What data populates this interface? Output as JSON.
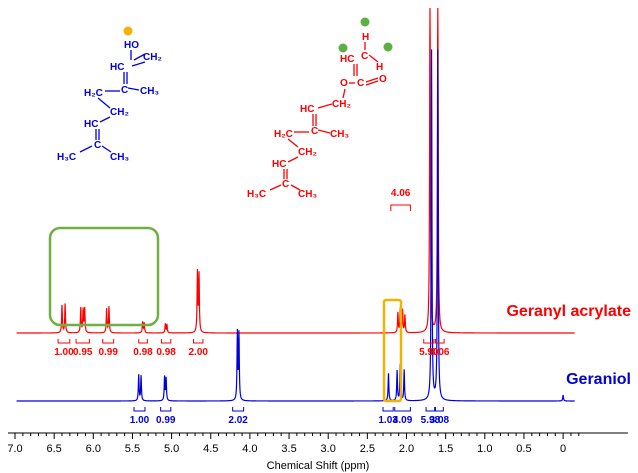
{
  "chart_data": {
    "type": "line",
    "xlabel": "Chemical Shift (ppm)",
    "xlim": [
      7.0,
      -0.2
    ],
    "x_reversed": true,
    "ticks": [
      7.0,
      6.5,
      6.0,
      5.5,
      5.0,
      4.5,
      4.0,
      3.5,
      3.0,
      2.5,
      2.0,
      1.5,
      1.0,
      0.5,
      0
    ],
    "tick_labels": [
      "7.0",
      "6.5",
      "6.0",
      "5.5",
      "5.0",
      "4.5",
      "4.0",
      "3.5",
      "3.0",
      "2.5",
      "2.0",
      "1.5",
      "1.0",
      "0.5",
      "0"
    ],
    "grid": false,
    "series": [
      {
        "name": "Geranyl acrylate",
        "color": "#ff0000",
        "peaks": [
          {
            "ppm": 6.4,
            "h": 0.55
          },
          {
            "ppm": 6.36,
            "h": 0.58
          },
          {
            "ppm": 6.16,
            "h": 0.5
          },
          {
            "ppm": 6.13,
            "h": 0.46
          },
          {
            "ppm": 6.11,
            "h": 0.48
          },
          {
            "ppm": 5.83,
            "h": 0.48
          },
          {
            "ppm": 5.8,
            "h": 0.52
          },
          {
            "ppm": 5.37,
            "h": 0.22
          },
          {
            "ppm": 5.35,
            "h": 0.2
          },
          {
            "ppm": 5.08,
            "h": 0.18
          },
          {
            "ppm": 5.06,
            "h": 0.17
          },
          {
            "ppm": 4.67,
            "h": 1.2
          },
          {
            "ppm": 4.65,
            "h": 1.15
          },
          {
            "ppm": 2.11,
            "h": 0.4
          },
          {
            "ppm": 2.08,
            "h": 0.48
          },
          {
            "ppm": 2.05,
            "h": 0.45
          },
          {
            "ppm": 2.02,
            "h": 0.35
          },
          {
            "ppm": 1.7,
            "h": 7.0
          },
          {
            "ppm": 1.6,
            "h": 7.0
          }
        ],
        "integrals": [
          {
            "from": 6.45,
            "to": 6.3,
            "label": "1.00"
          },
          {
            "from": 6.22,
            "to": 6.05,
            "label": "0.95"
          },
          {
            "from": 5.88,
            "to": 5.74,
            "label": "0.99"
          },
          {
            "from": 5.42,
            "to": 5.31,
            "label": "0.98"
          },
          {
            "from": 5.13,
            "to": 5.01,
            "label": "0.98"
          },
          {
            "from": 4.72,
            "to": 4.6,
            "label": "2.00"
          },
          {
            "from": 2.2,
            "to": 1.95,
            "label": "4.06"
          },
          {
            "from": 1.78,
            "to": 1.65,
            "label": "5.90"
          },
          {
            "from": 1.63,
            "to": 1.52,
            "label": "3.06"
          }
        ]
      },
      {
        "name": "Geraniol",
        "color": "#0000dd",
        "peaks": [
          {
            "ppm": 5.42,
            "h": 0.52
          },
          {
            "ppm": 5.39,
            "h": 0.5
          },
          {
            "ppm": 5.09,
            "h": 0.48
          },
          {
            "ppm": 5.07,
            "h": 0.45
          },
          {
            "ppm": 4.16,
            "h": 1.35
          },
          {
            "ppm": 4.14,
            "h": 1.32
          },
          {
            "ppm": 2.23,
            "h": 0.55
          },
          {
            "ppm": 2.12,
            "h": 0.6
          },
          {
            "ppm": 2.08,
            "h": 0.72
          },
          {
            "ppm": 2.03,
            "h": 0.62
          },
          {
            "ppm": 1.68,
            "h": 7.0
          },
          {
            "ppm": 1.6,
            "h": 7.0
          },
          {
            "ppm": 0.0,
            "h": 0.12
          }
        ],
        "integrals": [
          {
            "from": 5.48,
            "to": 5.34,
            "label": "1.00"
          },
          {
            "from": 5.14,
            "to": 5.01,
            "label": "0.99"
          },
          {
            "from": 4.22,
            "to": 4.08,
            "label": "2.02"
          },
          {
            "from": 2.3,
            "to": 2.17,
            "label": "1.03"
          },
          {
            "from": 2.15,
            "to": 1.95,
            "label": "4.09"
          },
          {
            "from": 1.75,
            "to": 1.64,
            "label": "5.98"
          },
          {
            "from": 1.63,
            "to": 1.53,
            "label": "3.08"
          }
        ]
      }
    ]
  },
  "molecules": {
    "geraniol": {
      "color": "#0000dd",
      "lines": [
        {
          "text": "HO"
        },
        {
          "text": "CH₂"
        },
        {
          "text": "HC"
        },
        {
          "text": "C"
        },
        {
          "text": "CH₃"
        },
        {
          "text": "H₂C"
        },
        {
          "text": "CH₂"
        },
        {
          "text": "HC"
        },
        {
          "text": "C"
        },
        {
          "text": "H₃C"
        },
        {
          "text": "CH₃"
        }
      ]
    },
    "geranyl_acrylate": {
      "color": "#ff0000",
      "lines": [
        {
          "text": "H"
        },
        {
          "text": "HC"
        },
        {
          "text": "C"
        },
        {
          "text": "H"
        },
        {
          "text": "O"
        },
        {
          "text": "C"
        },
        {
          "text": "O"
        },
        {
          "text": "CH₂"
        },
        {
          "text": "HC"
        },
        {
          "text": "C"
        },
        {
          "text": "CH₃"
        },
        {
          "text": "H₂C"
        },
        {
          "text": "CH₂"
        },
        {
          "text": "HC"
        },
        {
          "text": "C"
        },
        {
          "text": "H₃C"
        },
        {
          "text": "CH₃"
        }
      ]
    }
  },
  "markers": {
    "orange": "#f5b000",
    "green": "#5cb040",
    "box_green": "#70b040",
    "box_orange": "#f0b400"
  }
}
